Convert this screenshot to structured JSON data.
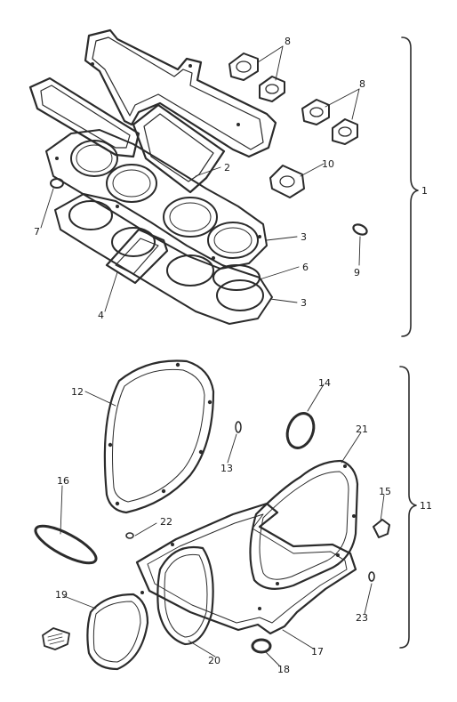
{
  "callouts": {
    "c1": "1",
    "c2": "2",
    "c3a": "3",
    "c3b": "3",
    "c4": "4",
    "c6": "6",
    "c7": "7",
    "c8a": "8",
    "c8b": "8",
    "c9": "9",
    "c10": "10",
    "c11": "11",
    "c12": "12",
    "c13": "13",
    "c14": "14",
    "c15": "15",
    "c16": "16",
    "c17": "17",
    "c18": "18",
    "c19": "19",
    "c20": "20",
    "c21": "21",
    "c22": "22",
    "c23": "23"
  },
  "colors": {
    "ink": "#2b2b2b",
    "paper": "#ffffff"
  }
}
